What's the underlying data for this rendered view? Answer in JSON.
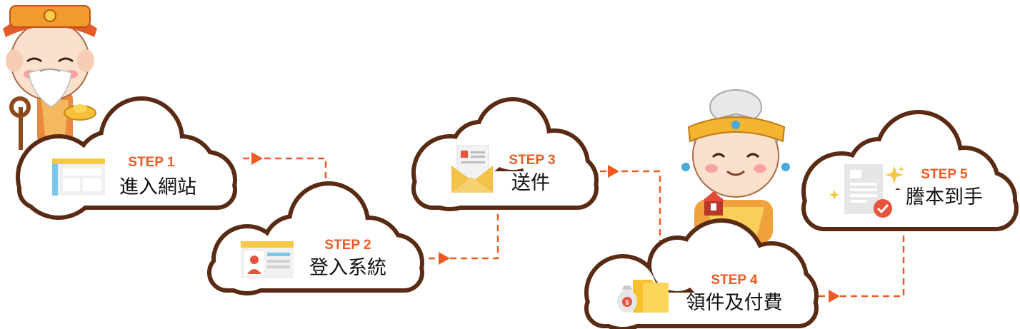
{
  "colors": {
    "cloud_stroke": "#5a2b14",
    "accent": "#ef5a24",
    "step_label": "#ef5a24",
    "title_text": "#111111",
    "doc_blue": "#7cc6ea",
    "doc_yellow": "#f7c845",
    "doc_grey": "#e6e6e6",
    "envelope": "#f3c24b",
    "folder": "#f6c12d",
    "check_red": "#e8533d"
  },
  "steps": [
    {
      "label": "STEP 1",
      "title": "進入網站",
      "icon": "browser-window-icon"
    },
    {
      "label": "STEP 2",
      "title": "登入系統",
      "icon": "login-profile-icon"
    },
    {
      "label": "STEP 3",
      "title": "送件",
      "icon": "envelope-document-icon"
    },
    {
      "label": "STEP 4",
      "title": "領件及付費",
      "icon": "folder-money-bag-icon"
    },
    {
      "label": "STEP 5",
      "title": "謄本到手",
      "icon": "certificate-check-icon"
    }
  ],
  "characters": [
    {
      "name": "earth-god-mascot"
    },
    {
      "name": "earth-goddess-mascot"
    }
  ]
}
